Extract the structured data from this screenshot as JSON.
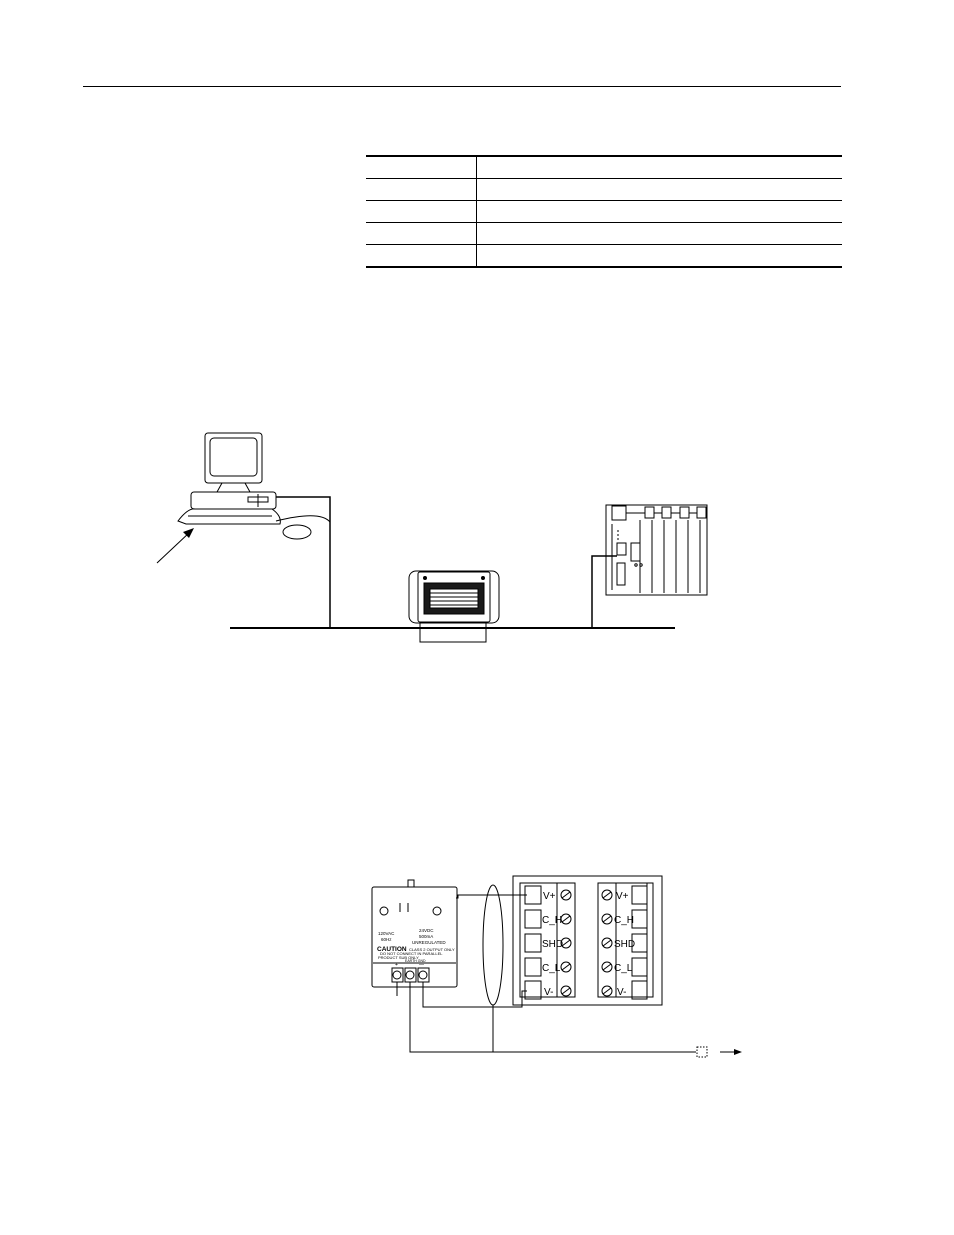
{
  "page": {
    "header_rule": true
  },
  "table": {
    "rows": [
      {
        "col1": "",
        "col2": ""
      },
      {
        "col1": "",
        "col2": ""
      },
      {
        "col1": "",
        "col2": ""
      },
      {
        "col1": "",
        "col2": ""
      },
      {
        "col1": "",
        "col2": ""
      }
    ]
  },
  "figure1": {
    "icons": [
      "personal-computer-icon",
      "mouse-icon",
      "power-supply-icon",
      "plc-chassis-icon"
    ]
  },
  "figure2": {
    "power_supply_text": {
      "rating_left": "120VAC",
      "freq_left": "60Hz",
      "rating_right": "24VDC",
      "current_right": "500mA",
      "regulation": "UNREGULATED",
      "caution": "CAUTION",
      "caution_line1": "CLASS 2 OUTPUT ONLY",
      "caution_line2": "DO NOT CONNECT IN PARALLEL",
      "caution_line3": "PRODUCT SUB ONLY",
      "terminal_plus": "+",
      "terminal_earth": "EARTH GND",
      "terminal_minus": "—"
    },
    "left_terminals": [
      "V+",
      "C_H",
      "SHD",
      "C_L",
      "V-"
    ],
    "right_terminals": [
      "V+",
      "C_H",
      "SHD",
      "C_L",
      "V-"
    ]
  }
}
